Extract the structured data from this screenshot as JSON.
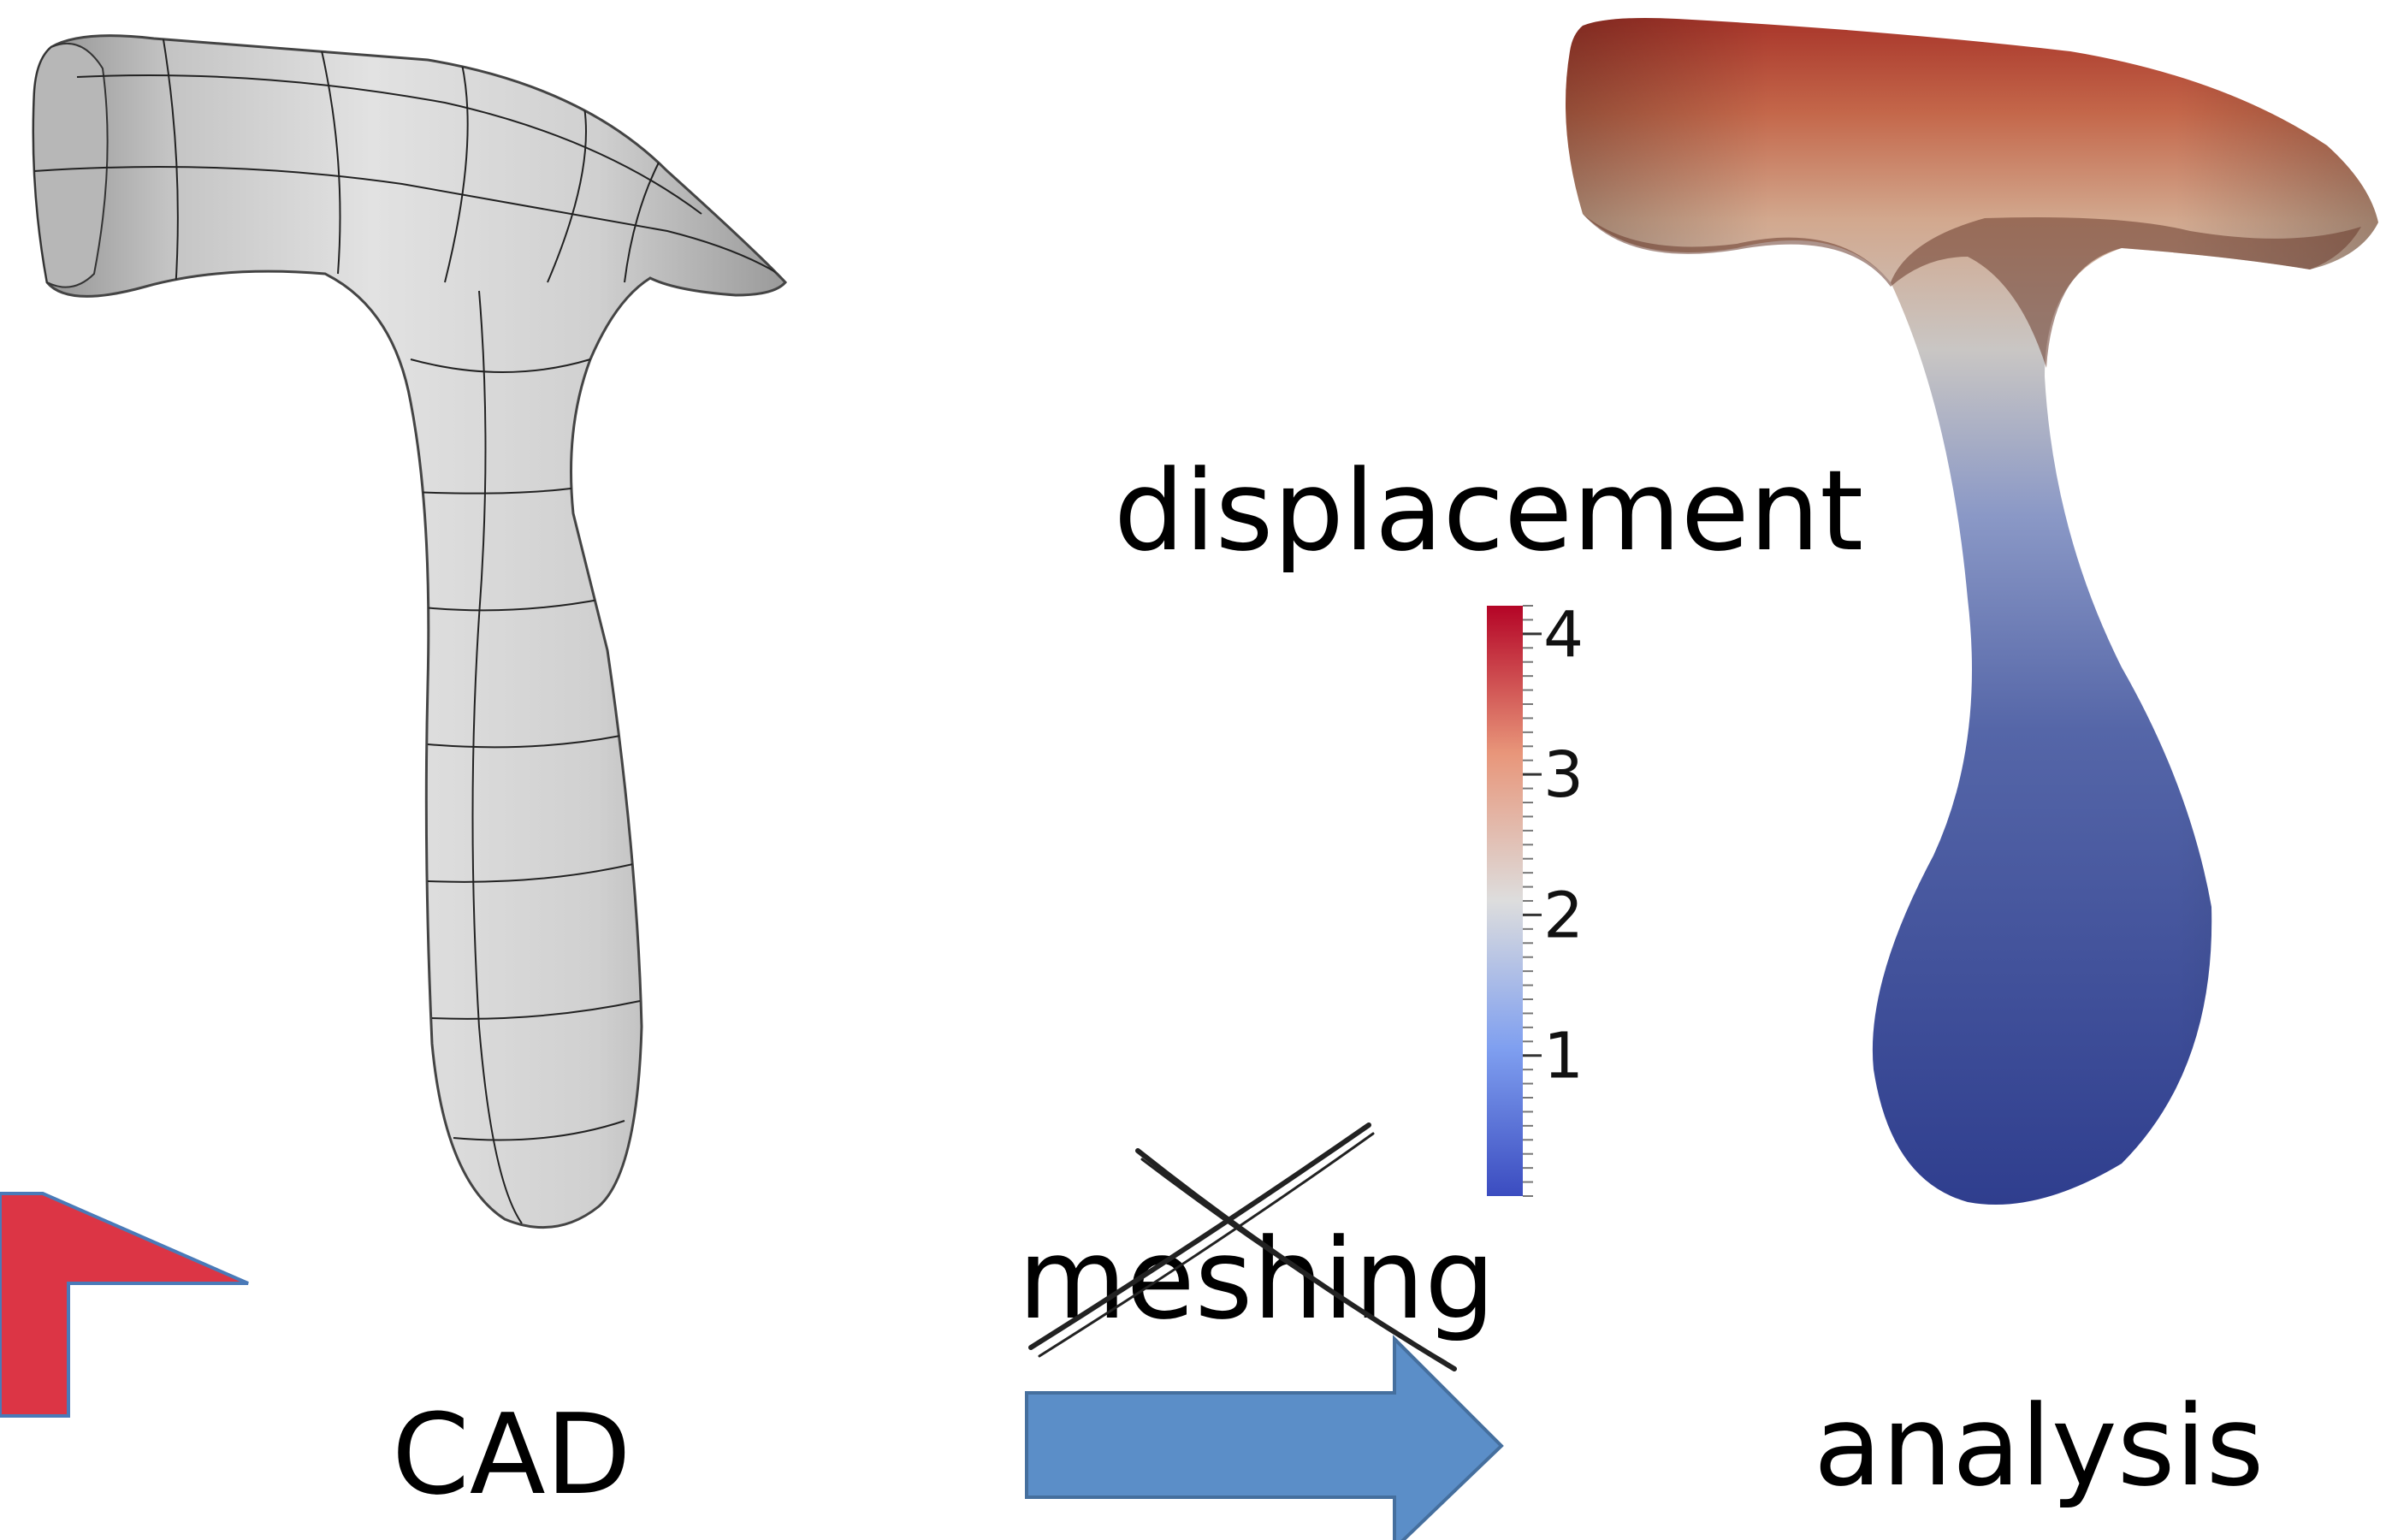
{
  "labels": {
    "cad": "CAD",
    "analysis": "analysis",
    "displacement": "displacement",
    "meshing": "meshing"
  },
  "colorbar": {
    "ticks": [
      "1",
      "2",
      "3",
      "4"
    ],
    "tick_values": [
      1,
      2,
      3,
      4
    ],
    "range": [
      0,
      4.2
    ],
    "colors": {
      "low": "#3b4cc0",
      "mid": "#dddddd",
      "high": "#b40426"
    }
  },
  "colors": {
    "red_arrow": "#dc3545",
    "blue_arrow": "#5b8ec8",
    "cad_surface": "#c9c9c9",
    "analysis_top": "#b8442f",
    "analysis_bottom": "#3a4a9a"
  },
  "icons": {
    "red_arrow": "corner-arrow-icon",
    "blue_arrow": "right-arrow-icon",
    "cross": "cross-out-icon"
  }
}
